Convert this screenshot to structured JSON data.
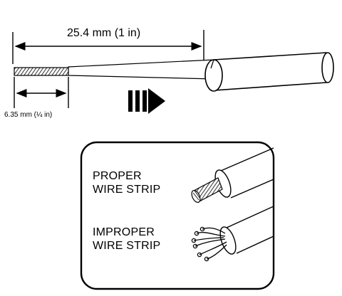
{
  "dimension_long": "25.4 mm (1 in)",
  "dimension_short": "6.35 mm (¼ in)",
  "proper": {
    "line1": "PROPER",
    "line2": "WIRE STRIP"
  },
  "improper": {
    "line1": "IMPROPER",
    "line2": "WIRE STRIP"
  },
  "icons": [
    "arrow-right-icon",
    "stripped-wire",
    "proper-strand-tip",
    "improper-frayed-strands"
  ]
}
